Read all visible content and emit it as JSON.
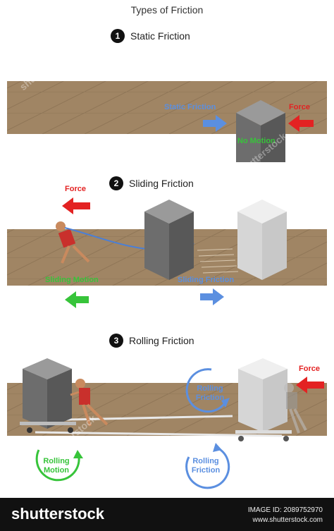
{
  "title": "Types of Friction",
  "sections": [
    {
      "num": "1",
      "heading": "Static Friction"
    },
    {
      "num": "2",
      "heading": "Sliding Friction"
    },
    {
      "num": "3",
      "heading": "Rolling Friction"
    }
  ],
  "labels": {
    "s1_static": "Static Friction",
    "s1_force": "Force",
    "s1_nomotion": "No Motion",
    "s2_force": "Force",
    "s2_motion": "Sliding Motion",
    "s2_friction": "Sliding Friction",
    "s3_force": "Force",
    "s3_friction_top_1": "Rolling",
    "s3_friction_top_2": "Friction",
    "s3_motion_1": "Rolling",
    "s3_motion_2": "Motion",
    "s3_friction_bottom_1": "Rolling",
    "s3_friction_bottom_2": "Friction"
  },
  "footer": {
    "logo": "shutterstock",
    "image_id": "IMAGE ID: 2089752970",
    "site": "www.shutterstock.com"
  },
  "watermark": "shutterstock",
  "colors": {
    "floor": "#a08564",
    "force": "#e32222",
    "friction": "#5b8fe0",
    "motion": "#37c43a"
  }
}
